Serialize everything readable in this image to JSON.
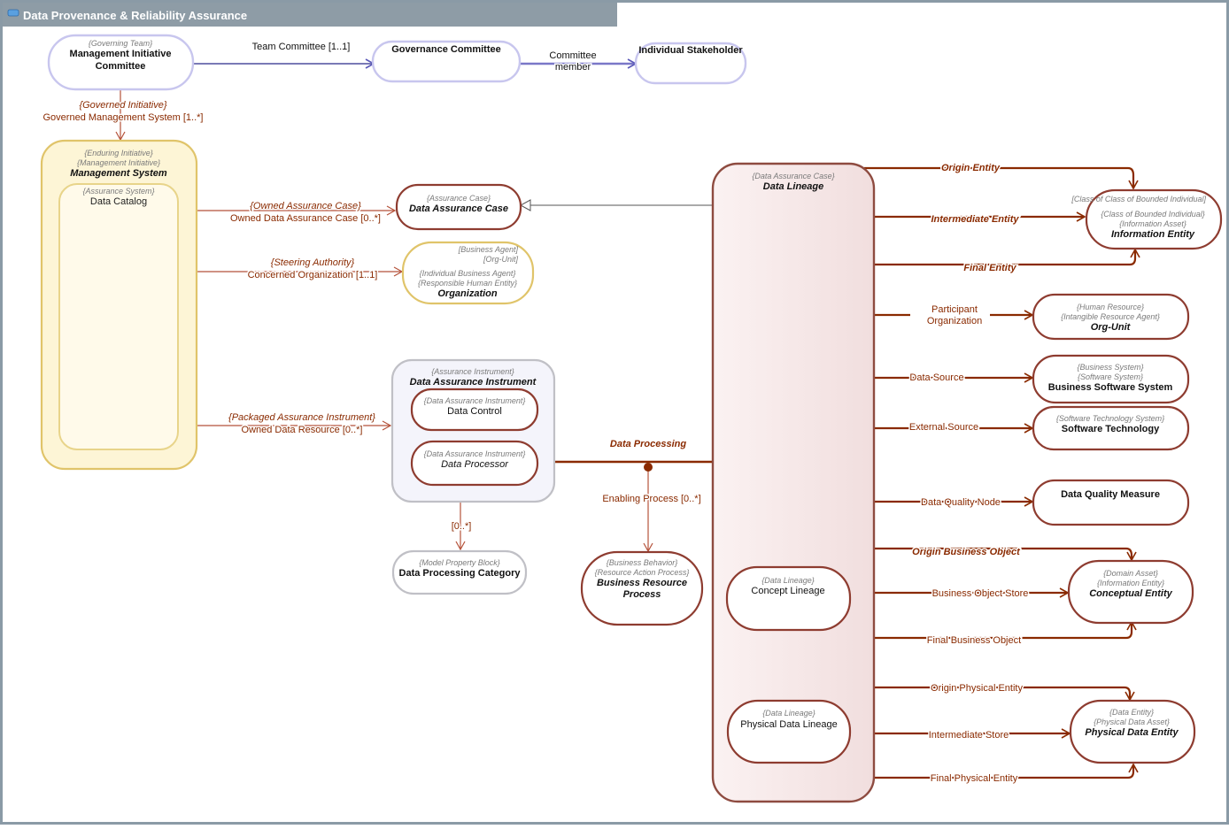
{
  "title": "Data Provenance & Reliability Assurance",
  "colors": {
    "frame": "#8a9aa6",
    "title_bar": "#8e9ca6",
    "brown": "#8a2a00",
    "lineage_border": "#8e4b40",
    "purple": "#7a78c8",
    "gold": "#e0c46a",
    "grey": "#c0c0c6"
  },
  "nodes": {
    "mic": {
      "stereotypes": [
        "{Governing Team}"
      ],
      "name": [
        "Management Initiative",
        "Committee"
      ]
    },
    "gov": {
      "stereotypes": [],
      "name": [
        "Governance Committee"
      ]
    },
    "ind": {
      "stereotypes": [],
      "name": [
        "Individual Stakeholder"
      ]
    },
    "ms": {
      "stereotypes": [
        "{Enduring Initiative}",
        "{Management Initiative}"
      ],
      "name": [
        "Management System"
      ]
    },
    "dc": {
      "stereotypes": [
        "{Assurance System}"
      ],
      "name": [
        "Data Catalog"
      ]
    },
    "dac": {
      "stereotypes": [
        "{Assurance Case}"
      ],
      "name": [
        "Data Assurance Case"
      ]
    },
    "org": {
      "stereotypes": [
        "[Business Agent]",
        "[Org-Unit]",
        "{Individual Business Agent}",
        "{Responsible Human Entity}"
      ],
      "name": [
        "Organization"
      ]
    },
    "dai": {
      "stereotypes": [
        "{Assurance Instrument}"
      ],
      "name": [
        "Data Assurance Instrument"
      ]
    },
    "dctl": {
      "stereotypes": [
        "{Data Assurance Instrument}"
      ],
      "name": [
        "Data Control"
      ]
    },
    "dproc": {
      "stereotypes": [
        "{Data Assurance Instrument}"
      ],
      "name": [
        "Data Processor"
      ]
    },
    "dpc": {
      "stereotypes": [
        "{Model Property Block}"
      ],
      "name": [
        "Data Processing Category"
      ]
    },
    "brp": {
      "stereotypes": [
        "{Business Behavior}",
        "{Resource Action Process}"
      ],
      "name": [
        "Business Resource",
        "Process"
      ]
    },
    "dl": {
      "stereotypes": [
        "{Data Assurance Case}"
      ],
      "name": [
        "Data Lineage"
      ]
    },
    "ie": {
      "stereotypes": [
        "[Class of Class of Bounded Individual]",
        "{Class of Bounded Individual}",
        "{Information Asset}"
      ],
      "name": [
        "Information Entity"
      ]
    },
    "ou": {
      "stereotypes": [
        "{Human Resource}",
        "{Intangible Resource Agent}"
      ],
      "name": [
        "Org-Unit"
      ]
    },
    "bss": {
      "stereotypes": [
        "{Business System}",
        "{Software System}"
      ],
      "name": [
        "Business Software System"
      ]
    },
    "st": {
      "stereotypes": [
        "{Software Technology System}"
      ],
      "name": [
        "Software Technology"
      ]
    },
    "dqm": {
      "stereotypes": [],
      "name": [
        "Data Quality Measure"
      ]
    },
    "cl": {
      "stereotypes": [
        "{Data Lineage}"
      ],
      "name": [
        "Concept Lineage"
      ]
    },
    "ce": {
      "stereotypes": [
        "{Domain Asset}",
        "{Information Entity}"
      ],
      "name": [
        "Conceptual Entity"
      ]
    },
    "pdl": {
      "stereotypes": [
        "{Data Lineage}"
      ],
      "name": [
        "Physical Data Lineage"
      ]
    },
    "pde": {
      "stereotypes": [
        "{Data Entity}",
        "{Physical Data Asset}"
      ],
      "name": [
        "Physical Data Entity"
      ]
    }
  },
  "edges": {
    "team_committee": "Team Committee [1..1]",
    "committee_member": [
      "Committee",
      "member"
    ],
    "governed_initiative": "{Governed Initiative}",
    "governed_ms": "Governed Management System [1..*]",
    "owned_assurance_case": "{Owned Assurance Case}",
    "owned_dac": "Owned Data Assurance Case [0..*]",
    "steering_authority": "{Steering Authority}",
    "concerned_org": "Concerned Organization [1..1]",
    "packaged_ai": "{Packaged Assurance Instrument}",
    "owned_dr": "Owned Data Resource [0..*]",
    "mult_0n": "[0..*]",
    "data_processing": "Data Processing",
    "enabling_process": "Enabling Process [0..*]",
    "origin_entity": "Origin Entity",
    "intermediate_entity": "Intermediate Entity",
    "final_entity": "Final Entity",
    "participant_org": [
      "Participant",
      "Organization"
    ],
    "data_source": "Data Source",
    "external_source": "External Source",
    "data_quality_node": "Data Quality Node",
    "origin_bo": "Origin Business Object",
    "bo_store": "Business Object Store",
    "final_bo": "Final Business Object",
    "origin_pe": "Origin Physical Entity",
    "intermediate_store": "Intermediate Store",
    "final_pe": "Final Physical Entity"
  }
}
